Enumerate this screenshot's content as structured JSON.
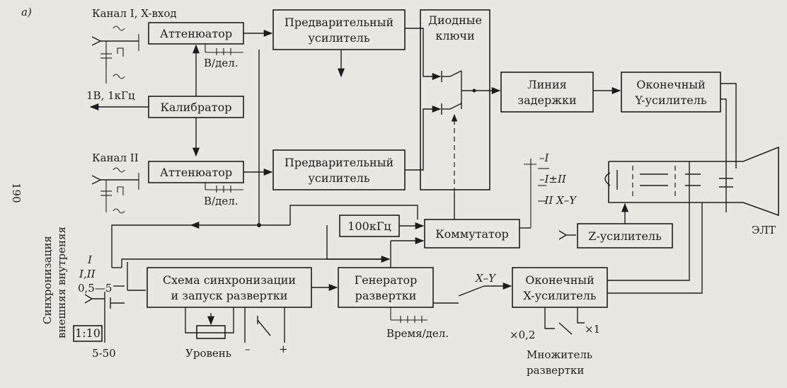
{
  "figure_label": "а)",
  "page_number": "190",
  "blocks": {
    "attenuator1": "Аттенюатор",
    "attenuator2": "Аттенюатор",
    "calibrator": "Калибратор",
    "preamp1": [
      "Предварительный",
      "усилитель"
    ],
    "preamp2": [
      "Предварительный",
      "усилитель"
    ],
    "diode_switches": [
      "Диодные",
      "ключи"
    ],
    "delay_line": [
      "Линия",
      "задержки"
    ],
    "y_amp": [
      "Оконечный",
      "Y-усилитель"
    ],
    "osc_100k": "100кГц",
    "commutator": "Коммутатор",
    "z_amp": "Z-усилитель",
    "sync_circuit": [
      "Схема синхронизации",
      "и запуск развертки"
    ],
    "sweep_gen": [
      "Генератор",
      "развертки"
    ],
    "x_amp": [
      "Оконечный",
      "X-усилитель"
    ]
  },
  "labels": {
    "ch1_input": "Канал I, X-вход",
    "ch2_input": "Канал II",
    "volt_div1": "В/дел.",
    "volt_div2": "В/дел.",
    "cal_out": "1В, 1кГц",
    "mode_1": "–I",
    "mode_2": "–I±II",
    "mode_3": "–II  X–Y",
    "time_div": "Время/дел.",
    "xy_switch": "X–Y",
    "crt": "ЭЛТ",
    "mult_02": "×0,2",
    "mult_1": "×1",
    "sweep_mult": [
      "Множитель",
      "развертки"
    ],
    "level": "Уровень",
    "minus": "–",
    "plus": "+",
    "sync_vertical": [
      "Синхронизация",
      "внешняя   внутреняя"
    ],
    "sync_i": "I",
    "sync_i_ii": "I,II",
    "range_05_5": "0,5—5",
    "ratio_1_10": "1:10",
    "range_5_50": "5-50"
  }
}
